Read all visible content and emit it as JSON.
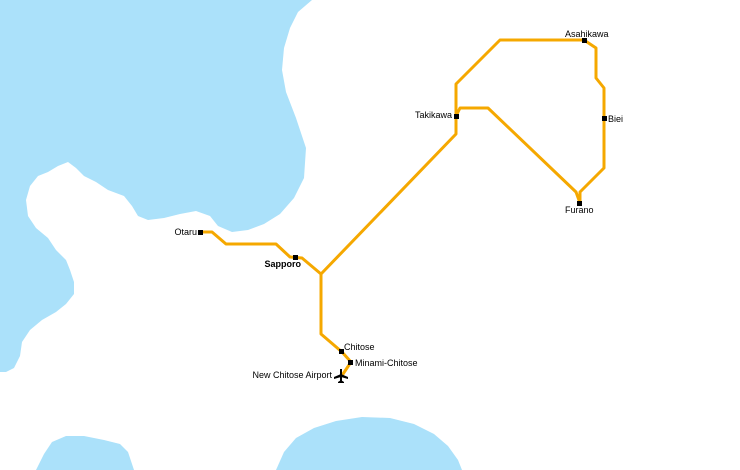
{
  "map": {
    "colors": {
      "water": "#abe1fa",
      "land": "#ffffff",
      "rail": "#f5a800",
      "station": "#000000"
    },
    "stations": {
      "otaru": "Otaru",
      "sapporo": "Sapporo",
      "chitose": "Chitose",
      "minami_chitose": "Minami-Chitose",
      "airport": "New Chitose Airport",
      "takikawa": "Takikawa",
      "asahikawa": "Asahikawa",
      "biei": "Biei",
      "furano": "Furano"
    },
    "icons": {
      "airport": "airplane-icon",
      "station": "station-marker-icon"
    }
  }
}
